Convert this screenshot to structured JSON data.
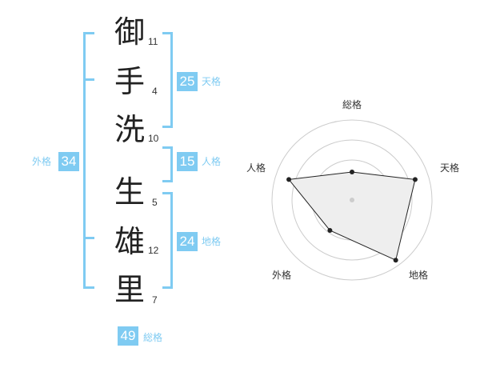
{
  "name": {
    "characters": [
      {
        "char": "御",
        "strokes": "11"
      },
      {
        "char": "手",
        "strokes": "4"
      },
      {
        "char": "洗",
        "strokes": "10"
      },
      {
        "char": "生",
        "strokes": "5"
      },
      {
        "char": "雄",
        "strokes": "12"
      },
      {
        "char": "里",
        "strokes": "7"
      }
    ]
  },
  "kaku": {
    "tenkaku": {
      "value": "25",
      "label": "天格"
    },
    "jinkaku": {
      "value": "15",
      "label": "人格"
    },
    "chikaku": {
      "value": "24",
      "label": "地格"
    },
    "gaikaku": {
      "value": "34",
      "label": "外格"
    },
    "soukaku": {
      "value": "49",
      "label": "総格"
    }
  },
  "radar": {
    "axes": [
      "総格",
      "天格",
      "地格",
      "外格",
      "人格"
    ],
    "values": [
      0.35,
      0.83,
      0.93,
      0.47,
      0.83
    ],
    "rings": 4
  },
  "colors": {
    "accent": "#7fcbf2",
    "text": "#222222",
    "radar_fill": "#eeeeee",
    "radar_line": "#222222",
    "ring": "#cccccc"
  }
}
